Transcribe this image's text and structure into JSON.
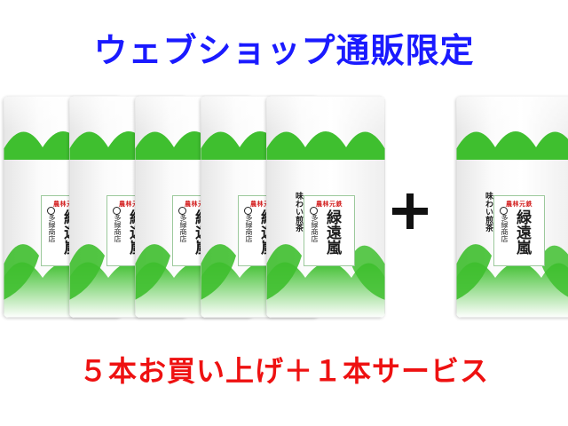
{
  "headline_top": "ウェブショップ通販限定",
  "headline_bottom": "５本お買い上げ＋１本サービス",
  "colors": {
    "headline_top": "#1a1aff",
    "headline_bottom": "#ee1111",
    "pack_green": "#3fbf2f",
    "plus_sign": "#111111"
  },
  "package": {
    "brand_top": "農林元鉄",
    "brand_name": "緑遠嵐",
    "maker": "多緑商店",
    "side_label": "味わい煎茶"
  },
  "plus_symbol": "+",
  "pack_count_bought": 5,
  "pack_count_free": 1
}
